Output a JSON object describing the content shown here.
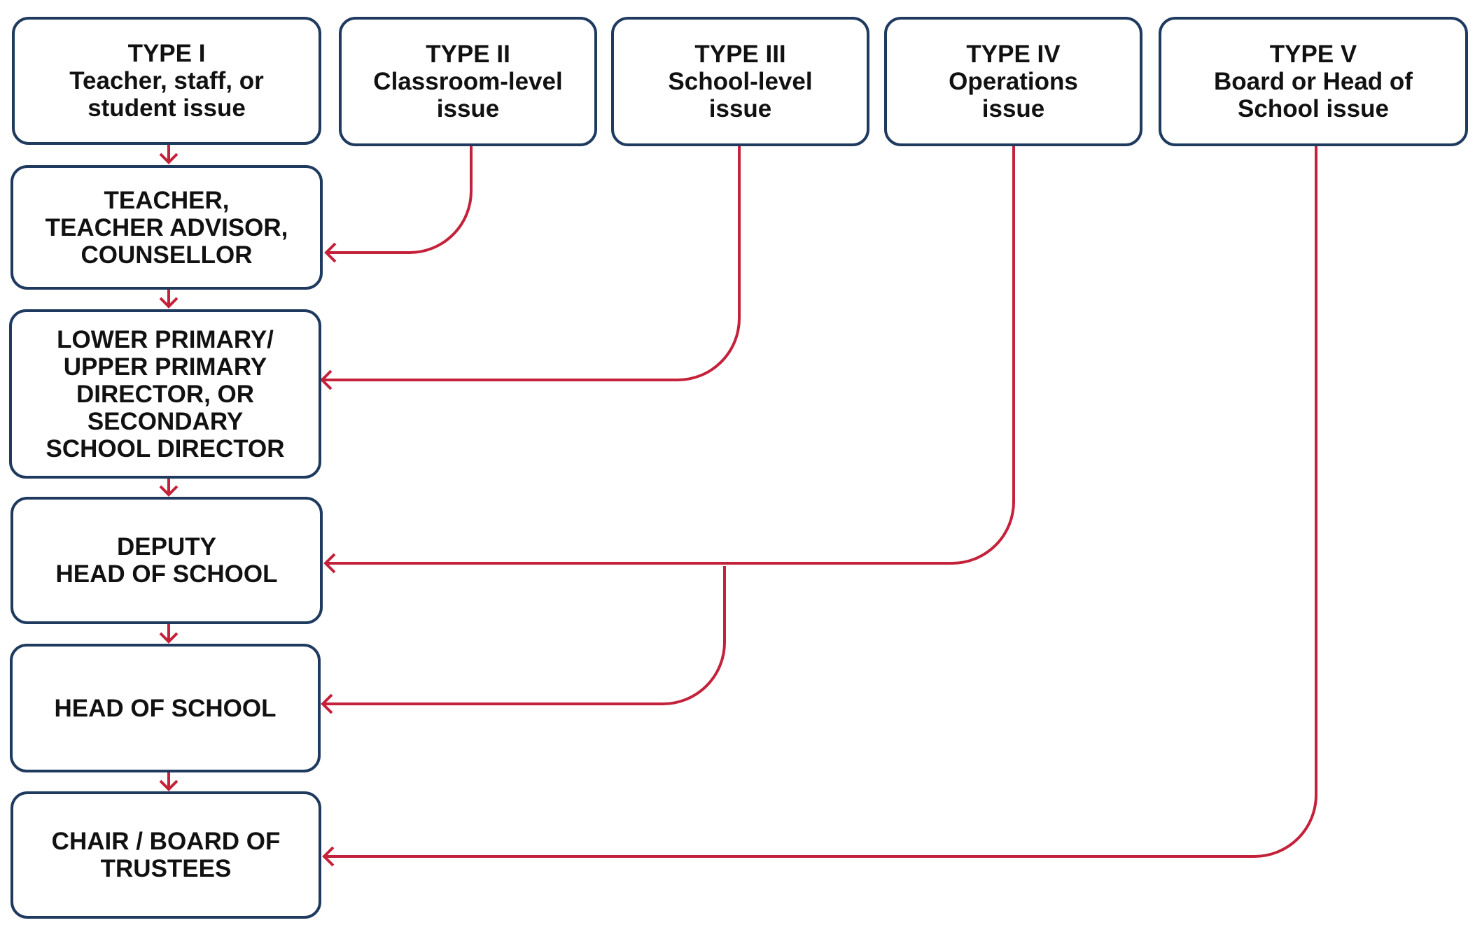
{
  "colors": {
    "box_border": "#1f3a5f",
    "connector": "#c4213a",
    "text": "#111111"
  },
  "types": [
    {
      "id": "type-1",
      "lines": [
        "TYPE I",
        "Teacher, staff, or",
        "student issue"
      ]
    },
    {
      "id": "type-2",
      "lines": [
        "TYPE II",
        "Classroom-level",
        "issue"
      ]
    },
    {
      "id": "type-3",
      "lines": [
        "TYPE III",
        "School-level",
        "issue"
      ]
    },
    {
      "id": "type-4",
      "lines": [
        "TYPE IV",
        "Operations",
        "issue"
      ]
    },
    {
      "id": "type-5",
      "lines": [
        "TYPE V",
        "Board or Head of",
        "School issue"
      ]
    }
  ],
  "levels": [
    {
      "id": "teacher",
      "lines": [
        "TEACHER,",
        "TEACHER ADVISOR,",
        "COUNSELLOR"
      ]
    },
    {
      "id": "director",
      "lines": [
        "LOWER PRIMARY/",
        "UPPER PRIMARY",
        "DIRECTOR, OR",
        "SECONDARY",
        "SCHOOL DIRECTOR"
      ]
    },
    {
      "id": "deputy-head",
      "lines": [
        "DEPUTY",
        "HEAD OF SCHOOL"
      ]
    },
    {
      "id": "head",
      "lines": [
        "HEAD OF SCHOOL"
      ]
    },
    {
      "id": "board",
      "lines": [
        "CHAIR / BOARD OF",
        "TRUSTEES"
      ]
    }
  ]
}
